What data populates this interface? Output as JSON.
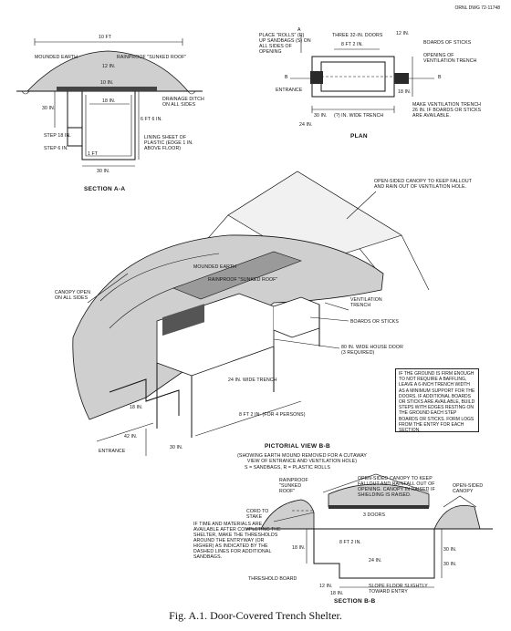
{
  "header": {
    "doc_id": "ORNL DWG 72-11748"
  },
  "section_aa": {
    "title": "SECTION A-A",
    "labels": {
      "width_top": "10 ft",
      "mounded_earth": "MOUNDED EARTH",
      "rainproof_roof": "RAINPROOF \"SUNKED ROOF\"",
      "dim_12in": "12 in.",
      "dim_10in": "10 in.",
      "dim_18in": "18 in.",
      "drainage_ditch": "DRAINAGE DITCH ON ALL SIDES",
      "dim_30in": "30 in.",
      "dim_6ft6in": "6 ft 6 in.",
      "step": "STEP 18 in.",
      "step2": "STEP 6 in.",
      "lining": "LINING SHEET OF PLASTIC (EDGE 1 in. ABOVE FLOOR)",
      "dim_30in_bottom": "30 in.",
      "dim_1ft": "1 ft"
    }
  },
  "plan": {
    "title": "PLAN",
    "labels": {
      "place_rolls": "PLACE \"ROLLS\" (R) UP SANDBAGS (S) ON ALL SIDES OF OPENING",
      "three_doors": "THREE 32-in. DOORS",
      "dim_8ft2in": "8 ft 2 in.",
      "dim_12in": "12 in.",
      "boards_sticks": "BOARDS OF STICKS",
      "opening_vent": "OPENING OF VENTILATION TRENCH",
      "entrance": "ENTRANCE",
      "b_marker": "B",
      "a_marker": "A",
      "made_vent": "MAKE VENTILATION TRENCH 26 in. IF BOARDS OR STICKS ARE AVAILABLE.",
      "dim_30in": "30 in.",
      "dim_24in": "24 in.",
      "inner_wide": "(?) in. WIDE TRENCH",
      "dim_18in": "18 in."
    }
  },
  "pictorial": {
    "title": "PICTORIAL VIEW B-B",
    "subtitle": "(SHOWING EARTH MOUND REMOVED FOR A CUTAWAY VIEW OF ENTRANCE AND VENTILATION HOLE)",
    "legend": "S = SANDBAGS, R = PLASTIC ROLLS",
    "labels": {
      "open_canopy": "OPEN-SIDED CANOPY TO KEEP FALLOUT AND RAIN OUT OF VENTILATION HOLE.",
      "canopy_open": "CANOPY OPEN ON ALL SIDES",
      "mounded_earth": "MOUNDED EARTH",
      "rainproof": "RAINPROOF \"SUNKED ROOF\"",
      "ventilation": "VENTILATION TRENCH",
      "boards_sticks": "BOARDS OR STICKS",
      "house_door": "80 in. WIDE HOUSE DOOR (3 REQUIRED)",
      "trench_length": "24 in. WIDE TRENCH",
      "ft_length": "8 ft 2 in. (FOR 4 PERSONS)",
      "entrance": "ENTRANCE",
      "dim_42in": "42 in.",
      "dim_18in": "18 in.",
      "dim_30in": "30 in."
    }
  },
  "note_box": "IF THE GROUND IS FIRM ENOUGH TO NOT REQUIRE A BAFFLING, LEAVE A 6-INCH TRENCH WIDTH AS A MINIMUM SUPPORT FOR THE DOORS. IF ADDITIONAL BOARDS OR STICKS ARE AVAILABLE, BUILD STEPS WITH EDGES RESTING ON THE GROUND EACH STEP BOARDS OR STICKS. FORM LOGS FROM THE ENTRY FOR EACH SECTION.",
  "section_bb": {
    "title": "SECTION B-B",
    "labels": {
      "rainproof": "RAINPROOF \"SUNKED ROOF\"",
      "open_canopy": "OPEN-SIDED CANOPY TO KEEP FALLOUT AND RAINFALL OUT OF OPENING. CANOPY IN RAISED IF SHIELDING IS RAISED.",
      "open_sided_canopy": "OPEN-SIDED CANOPY",
      "cord_stake": "CORD TO STAKE",
      "doors": "3 DOORS",
      "time_materials": "IF TIME AND MATERIALS ARE AVAILABLE AFTER COMPLETING THE SHELTER, MAKE THE THRESHOLDS AROUND THE ENTRYWAY (OR HIGHER) AS INDICATED BY THE DASHED LINES FOR ADDITIONAL SANDBAGS.",
      "threshold": "THRESHOLD BOARD",
      "slope": "SLOPE FLOOR SLIGHTLY TOWARD ENTRY",
      "dim_18in": "18 in.",
      "dim_30in": "30 in.",
      "dim_24in": "24 in.",
      "dim_12in": "12 in.",
      "dim_8ft2in": "8 ft 2 in.",
      "dim_30in_b": "30 in.",
      "dim_18in_b": "18 in."
    }
  },
  "caption": "Fig. A.1. Door-Covered Trench Shelter."
}
